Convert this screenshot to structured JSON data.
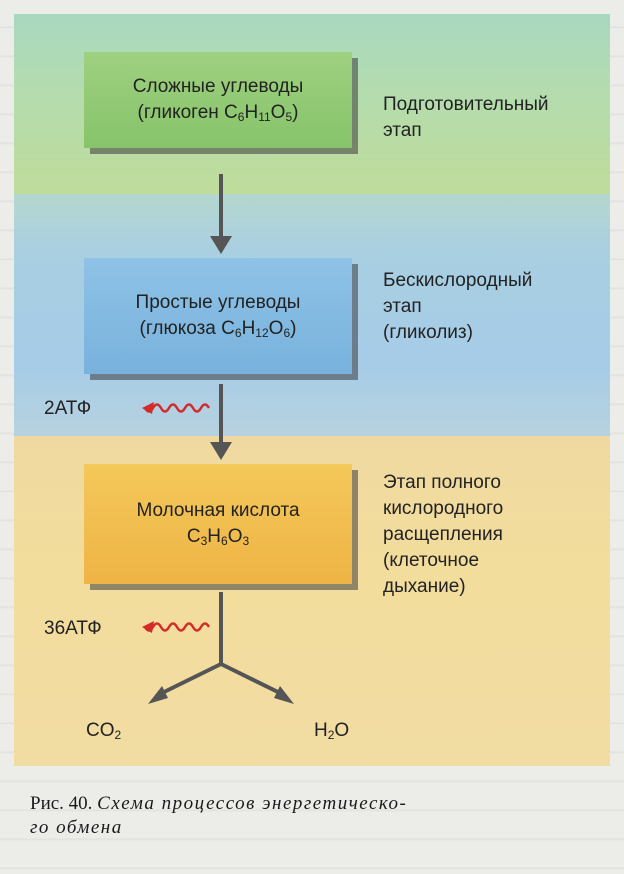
{
  "boxes": {
    "complex": {
      "line1": "Сложные углеводы",
      "prefix": "(гликоген C",
      "s1": "6",
      "m1": "H",
      "s2": "11",
      "m2": "O",
      "s3": "5",
      "suffix": ")"
    },
    "simple": {
      "line1": "Простые углеводы",
      "prefix": "(глюкоза C",
      "s1": "6",
      "m1": "H",
      "s2": "12",
      "m2": "O",
      "s3": "6",
      "suffix": ")"
    },
    "lactic": {
      "line1": "Молочная кислота",
      "prefix": "C",
      "s1": "3",
      "m1": "H",
      "s2": "6",
      "m2": "O",
      "s3": "3",
      "suffix": ""
    }
  },
  "stages": {
    "prep": [
      "Подготовительный",
      "этап"
    ],
    "anaerobic": [
      "Бескислородный",
      "этап",
      "(гликолиз)"
    ],
    "aerobic": [
      "Этап полного",
      "кислородного",
      "расщепления",
      "(клеточное",
      "дыхание)"
    ]
  },
  "atp": {
    "first": "2АТФ",
    "second": "36АТФ"
  },
  "products": {
    "co2": {
      "base": "CO",
      "sub": "2"
    },
    "h2o": {
      "base": "H",
      "sub": "2",
      "tail": "O"
    }
  },
  "caption": {
    "number": "Рис. 40.",
    "text_line1": "Схема процессов энергетическо-",
    "text_line2": "го обмена"
  },
  "colors": {
    "prep_band": "#b4dcae",
    "anaerobic_band": "#a6cce8",
    "aerobic_band": "#f3dd9c",
    "atp_arrow": "#d42a2a",
    "flow_arrow": "#555555"
  }
}
